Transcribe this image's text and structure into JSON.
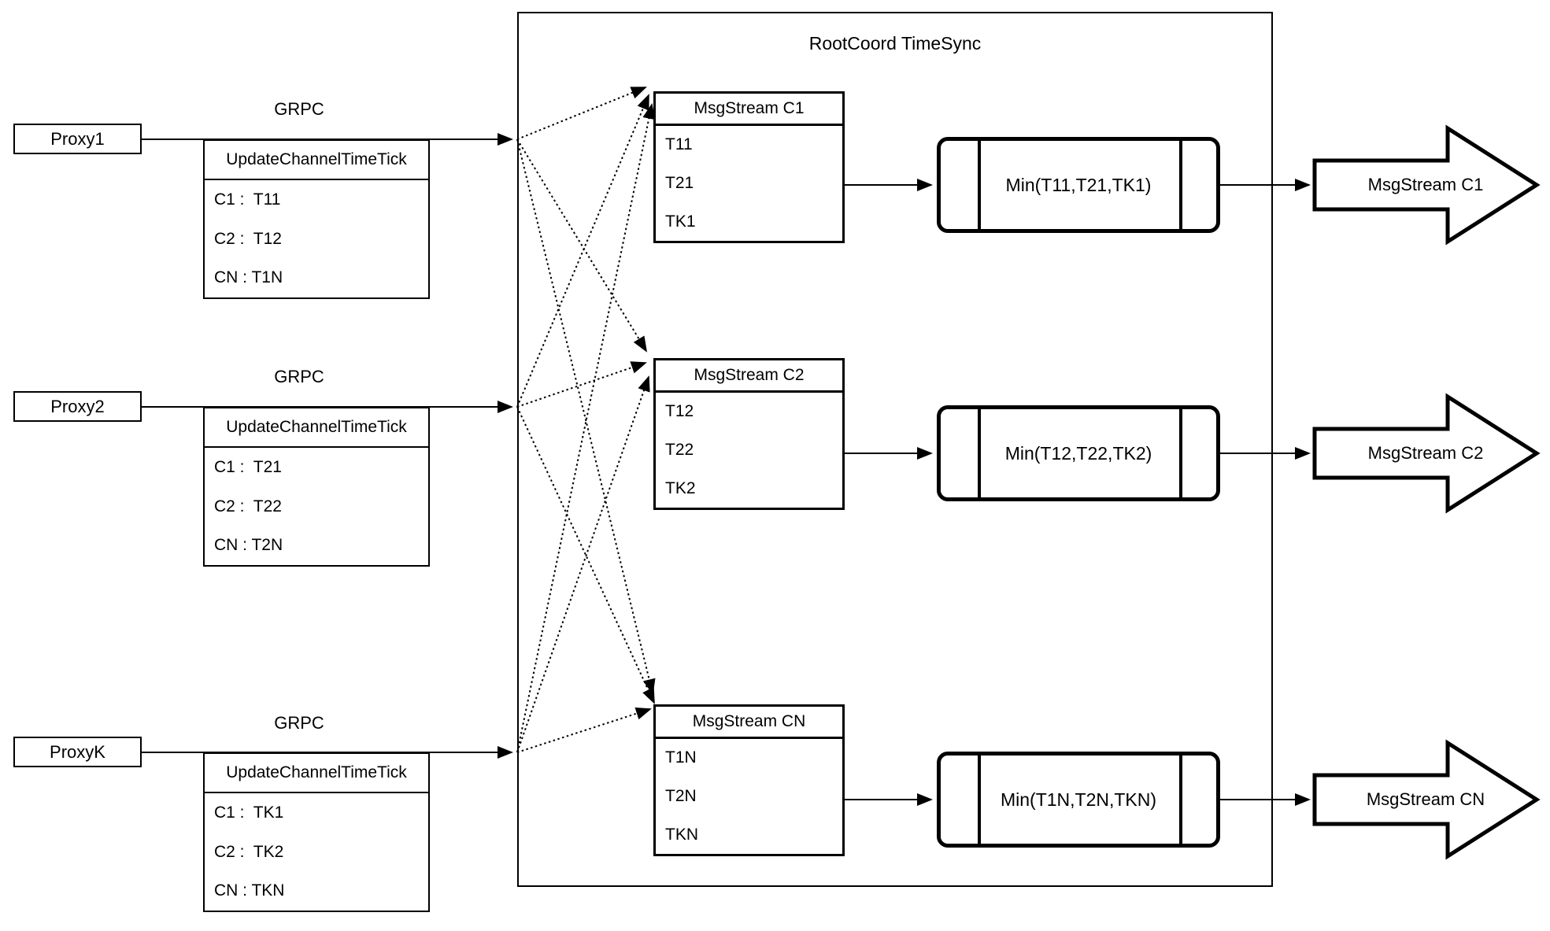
{
  "diagram": {
    "container_title": "RootCoord TimeSync",
    "colors": {
      "stroke": "#000000",
      "background": "#ffffff"
    },
    "proxies": [
      {
        "name": "Proxy1",
        "protocol": "GRPC",
        "table_header": "UpdateChannelTimeTick",
        "rows": [
          "C1 :  T11",
          "C2 :  T12",
          "CN : T1N"
        ]
      },
      {
        "name": "Proxy2",
        "protocol": "GRPC",
        "table_header": "UpdateChannelTimeTick",
        "rows": [
          "C1 :  T21",
          "C2 :  T22",
          "CN : T2N"
        ]
      },
      {
        "name": "ProxyK",
        "protocol": "GRPC",
        "table_header": "UpdateChannelTimeTick",
        "rows": [
          "C1 :  TK1",
          "C2 :  TK2",
          "CN : TKN"
        ]
      }
    ],
    "streams": [
      {
        "table_header": "MsgStream C1",
        "rows": [
          "T11",
          "T21",
          "TK1"
        ],
        "min_label": "Min(T11,T21,TK1)",
        "output_label": "MsgStream C1"
      },
      {
        "table_header": "MsgStream C2",
        "rows": [
          "T12",
          "T22",
          "TK2"
        ],
        "min_label": "Min(T12,T22,TK2)",
        "output_label": "MsgStream C2"
      },
      {
        "table_header": "MsgStream CN",
        "rows": [
          "T1N",
          "T2N",
          "TKN"
        ],
        "min_label": "Min(T1N,T2N,TKN)",
        "output_label": "MsgStream CN"
      }
    ]
  }
}
